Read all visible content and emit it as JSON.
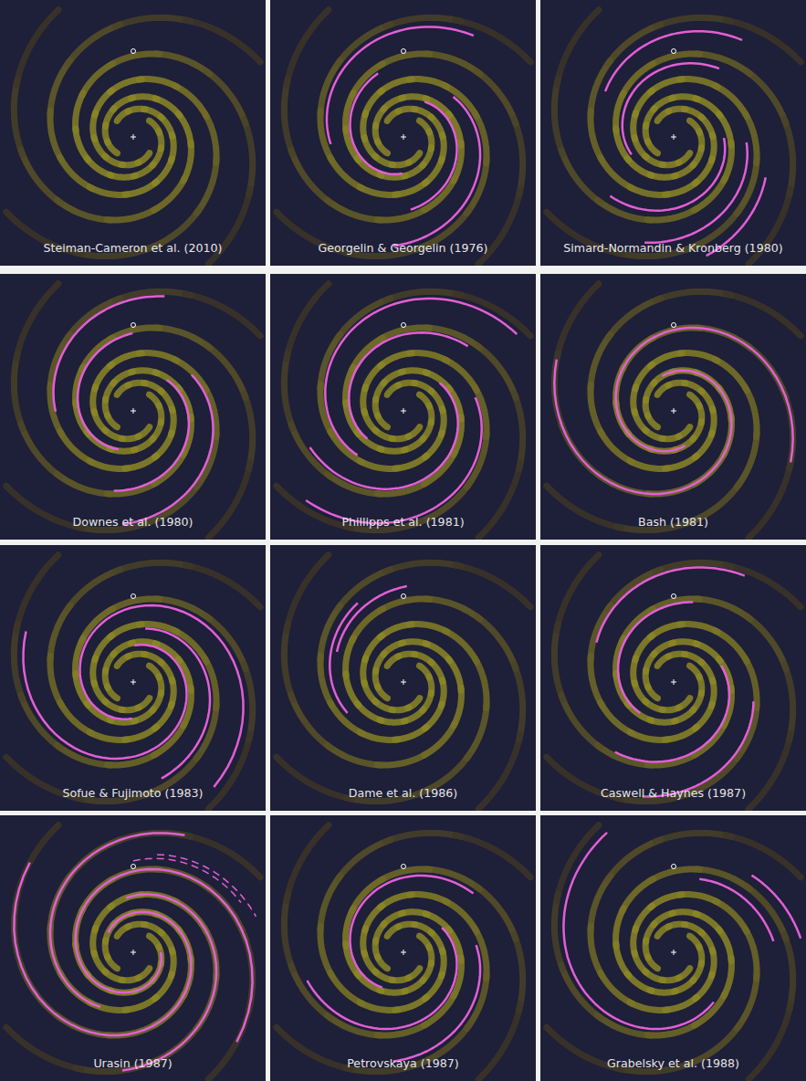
{
  "diagram": {
    "labels": [
      "Steiman-Cameron et al. (2010)",
      "Georgelin & Georgelin (1976)",
      "Simard-Normandin & Kronberg (1980)",
      "Downes et al. (1980)",
      "Phillipps et al. (1981)",
      "Bash (1981)",
      "Sofue & Fujimoto (1983)",
      "Dame et al. (1986)",
      "Caswell & Haynes (1987)",
      "Urasin (1987)",
      "Petrovskaya (1987)",
      "Grabelsky et al. (1988)"
    ]
  }
}
